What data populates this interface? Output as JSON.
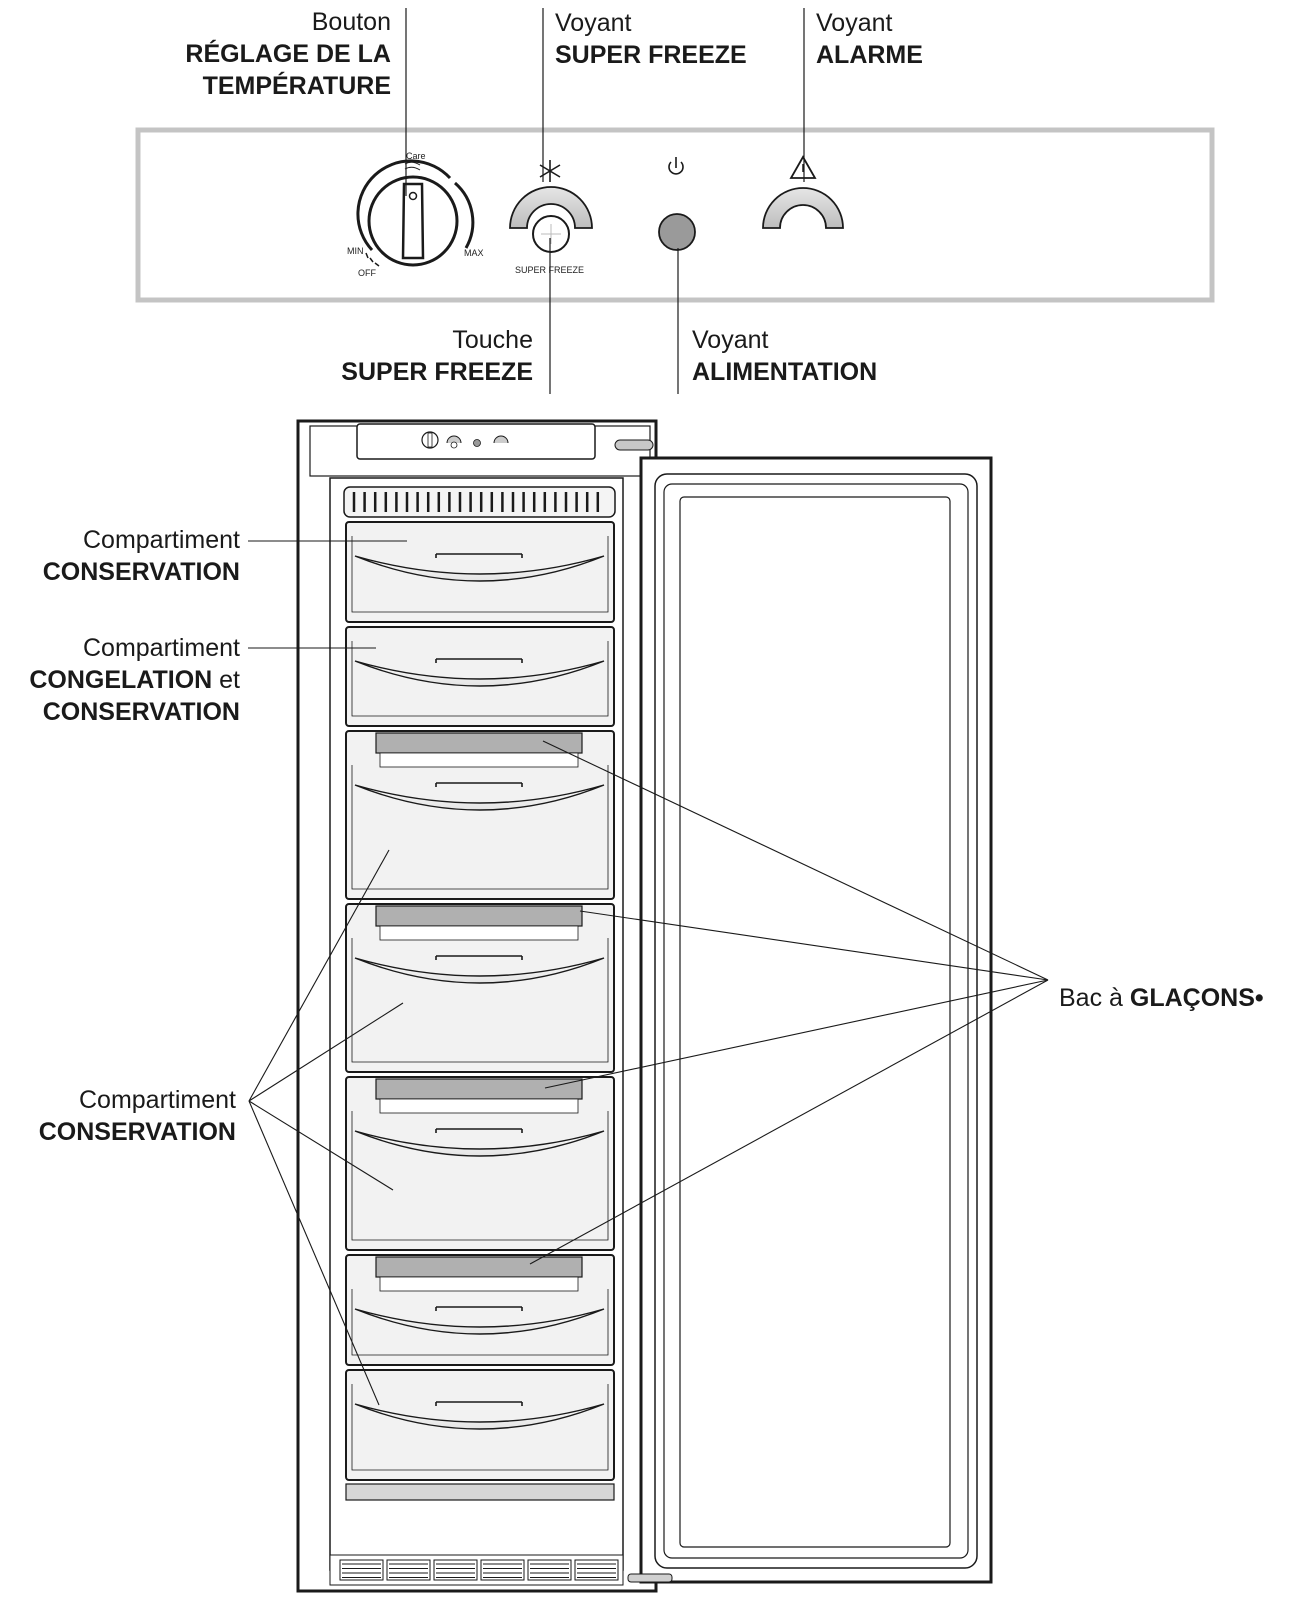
{
  "callouts": {
    "temp_knob": {
      "line1": "Bouton",
      "bold1": "RÉGLAGE DE LA",
      "bold2": "TEMPÉRATURE"
    },
    "sf_light": {
      "line1": "Voyant",
      "bold1": "SUPER FREEZE"
    },
    "alarm_light": {
      "line1": "Voyant",
      "bold1": "ALARME"
    },
    "sf_button": {
      "line1": "Touche",
      "bold1": "SUPER FREEZE"
    },
    "power_light": {
      "line1": "Voyant",
      "bold1": "ALIMENTATION"
    },
    "comp1": {
      "line1": "Compartiment",
      "bold1": "CONSERVATION"
    },
    "comp2": {
      "line1": "Compartiment",
      "bold1": "CONGELATION",
      "suffix": " et",
      "bold2": "CONSERVATION"
    },
    "comp3": {
      "line1": "Compartiment",
      "bold1": "CONSERVATION"
    },
    "ice": {
      "prefix": "Bac à ",
      "bold1": "GLAÇONS",
      "bullet": "•"
    }
  },
  "panel": {
    "dial_care": "Care",
    "dial_min": "MIN",
    "dial_off": "OFF",
    "dial_max": "MAX",
    "sf_caption": "SUPER FREEZE"
  },
  "icons": [
    "snowflake-icon",
    "power-icon",
    "warning-icon"
  ],
  "colors": {
    "line": "#1a1a1a",
    "frame": "#c4c4c4",
    "drawer": "#f2f2f2",
    "ice_tray": "#b0b0b0",
    "led": "#9a9a9a"
  }
}
